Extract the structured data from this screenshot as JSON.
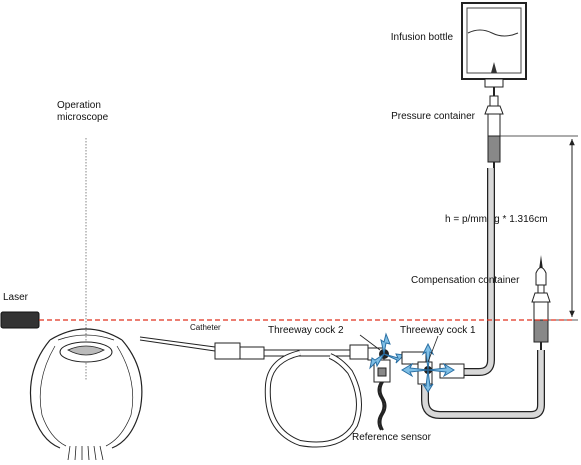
{
  "labels": {
    "infusion_bottle": "Infusion bottle",
    "operation_microscope_line1": "Operation",
    "operation_microscope_line2": "microscope",
    "pressure_container": "Pressure container",
    "height_formula": "h = p/mmHg * 1.316cm",
    "compensation_container": "Compensation container",
    "laser": "Laser",
    "catheter": "Catheter",
    "threeway_cock_2": "Threeway cock 2",
    "threeway_cock_1": "Threeway cock 1",
    "reference_sensor": "Reference sensor"
  },
  "colors": {
    "laser_line": "#e0301e",
    "valve_arrow": "#7fbfe6",
    "valve_arrow_stroke": "#2a6fa3",
    "tube_fill": "#d8d8d8",
    "outline": "#222222"
  },
  "icons": {
    "eye": "eye-cross-section-icon",
    "laser": "laser-device-icon",
    "valve": "threeway-valve-icon"
  }
}
